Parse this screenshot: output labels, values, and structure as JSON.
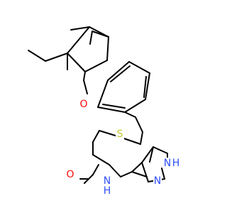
{
  "molecule": {
    "atom_labels": [
      {
        "key": "o-ether",
        "text": "O",
        "color": "#ff0d0d"
      },
      {
        "key": "s-thioether",
        "text": "S",
        "color": "#c8c832"
      },
      {
        "key": "n-h-pyrazole",
        "text": "N",
        "color": "#3050f8"
      },
      {
        "key": "h-on-pyrazole-n",
        "text": "H",
        "color": "#3050f8"
      },
      {
        "key": "n-pyrazole",
        "text": "N",
        "color": "#3050f8"
      },
      {
        "key": "n-h-amide",
        "text": "N",
        "color": "#3050f8"
      },
      {
        "key": "h-on-amide-n",
        "text": "H",
        "color": "#3050f8"
      },
      {
        "key": "o-carbonyl",
        "text": "O",
        "color": "#ff0d0d"
      }
    ]
  }
}
